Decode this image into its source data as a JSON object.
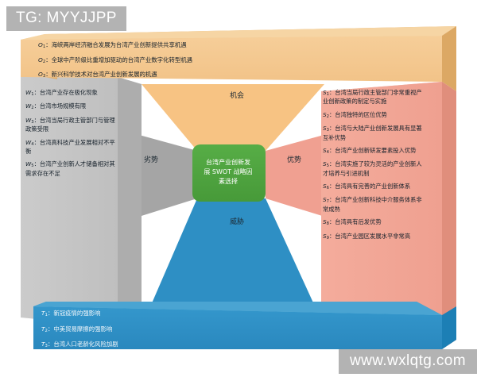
{
  "watermarks": {
    "top_left": "TG: MYYJJPP",
    "bottom_right": "www.wxlqtg.com"
  },
  "diagram": {
    "type": "3d-swot-matrix",
    "core_label": "台湾产业创新发展SWOT战略因素选择",
    "core_lines": [
      "台湾产业创新发",
      "展 SWOT 战略因",
      "素选择"
    ],
    "quadrants": {
      "opportunities": "机会",
      "weaknesses": "劣势",
      "strengths": "优势",
      "threats": "威胁"
    },
    "colors": {
      "opportunity_panel": "#F2C388",
      "opportunity_panel_top": "#F8D9AB",
      "opportunity_wedge": "#F7C383",
      "weakness_panel": "#C6C6C6",
      "weakness_panel_side": "#ADADAD",
      "weakness_wedge": "#A5A5A5",
      "strength_panel": "#F3A898",
      "strength_panel_side": "#E08E7C",
      "strength_wedge": "#F0A091",
      "threat_panel": "#2E8FC4",
      "threat_panel_side": "#1C7FB5",
      "threat_wedge": "#2E8FC4",
      "core_box": "#4EA33F",
      "floor": "#FFFFFF",
      "watermark_chip": "#B3B3B3"
    }
  },
  "opportunities": {
    "heading": "机会",
    "items": [
      {
        "code": "O",
        "index": "1",
        "text": "海峡两岸经济融合发展为台湾产业创新提供共享机遇"
      },
      {
        "code": "O",
        "index": "2",
        "text": "全球中产阶级比重增加驱动的台湾产业数字化转型机遇"
      },
      {
        "code": "O",
        "index": "3",
        "text": "新兴科学技术对台湾产业创新发展的机遇"
      }
    ]
  },
  "weaknesses": {
    "heading": "劣势",
    "items": [
      {
        "code": "W",
        "index": "1",
        "text": "台湾产业存在极化现象"
      },
      {
        "code": "W",
        "index": "2",
        "text": "台湾市场规模有限"
      },
      {
        "code": "W",
        "index": "3",
        "text": "台湾当局行政主管部门与管理政策受限"
      },
      {
        "code": "W",
        "index": "4",
        "text": "台湾高科技产业发展相对不平衡"
      },
      {
        "code": "W",
        "index": "5",
        "text": "台湾产业创新人才储备相对其需求存在不足"
      }
    ]
  },
  "strengths": {
    "heading": "优势",
    "items": [
      {
        "code": "S",
        "index": "1",
        "text": "台湾当局行政主管部门非常重视产业创新政策的制定与实施"
      },
      {
        "code": "S",
        "index": "2",
        "text": "台湾独特的区位优势"
      },
      {
        "code": "S",
        "index": "3",
        "text": "台湾与大陆产业创新发展具有显著互补优势"
      },
      {
        "code": "S",
        "index": "4",
        "text": "台湾产业创新研发要素投入优势"
      },
      {
        "code": "S",
        "index": "5",
        "text": "台湾实施了较为灵活的产业创新人才培养与引进机制"
      },
      {
        "code": "S",
        "index": "6",
        "text": "台湾具有完善的产业创新体系"
      },
      {
        "code": "S",
        "index": "7",
        "text": "台湾产业创新科技中介服务体系非常成熟"
      },
      {
        "code": "S",
        "index": "8",
        "text": "台湾具有后发优势"
      },
      {
        "code": "S",
        "index": "9",
        "text": "台湾产业园区发展水平非常高"
      }
    ]
  },
  "threats": {
    "heading": "威胁",
    "items": [
      {
        "code": "T",
        "index": "1",
        "text": "新冠疫情的强影响"
      },
      {
        "code": "T",
        "index": "2",
        "text": "中美贸易摩擦的强影响"
      },
      {
        "code": "T",
        "index": "3",
        "text": "台湾人口老龄化风险加剧"
      }
    ]
  }
}
